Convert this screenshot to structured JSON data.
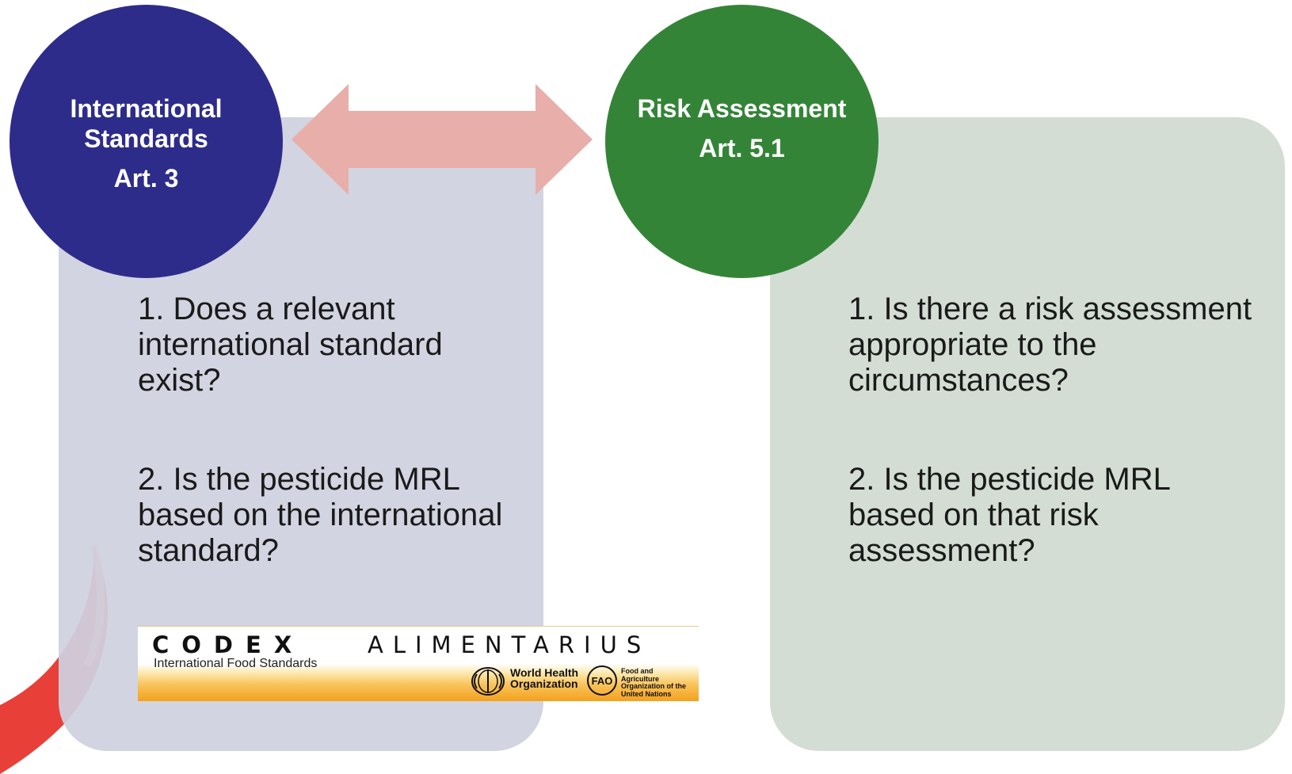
{
  "left": {
    "circle_title": "International Standards",
    "circle_article": "Art. 3",
    "q1": "1. Does a relevant international standard exist?",
    "q2": "2. Is the pesticide MRL based on the international standard?"
  },
  "right": {
    "circle_title": "Risk Assessment",
    "circle_article": "Art. 5.1",
    "q1": "1. Is there a risk assessment appropriate to the circumstances?",
    "q2": "2. Is the pesticide MRL based on that risk assessment?"
  },
  "codex_logo": {
    "word1": "CODEX",
    "word2": "ALIMENTARIUS",
    "tagline": "International Food Standards",
    "who_text": "World Health Organization",
    "fao_text": "Food and Agriculture Organization of the United Nations"
  },
  "colors": {
    "left_circle": "#2e2c8a",
    "right_circle": "#348438",
    "left_panel": "#cfd1df",
    "right_panel": "#d3ddd4",
    "arrow": "#e8aeaa",
    "swoosh": "#e8352e"
  },
  "icons": [
    "double-arrow-icon",
    "who-emblem-icon",
    "fao-emblem-icon"
  ]
}
